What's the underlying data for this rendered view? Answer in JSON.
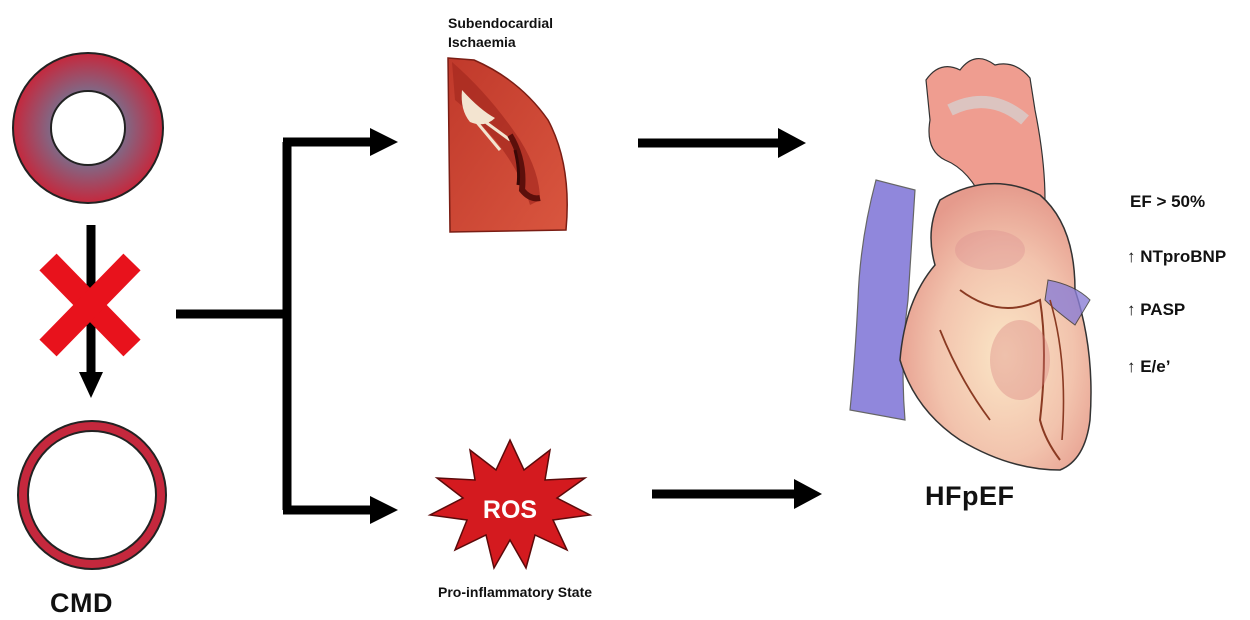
{
  "diagram": {
    "top_outcome_label": "Subendocardial Ischaemia",
    "bottom_outcome_label": "Pro-inflammatory State",
    "ros_text": "ROS",
    "cause_label": "CMD",
    "result_label": "HFpEF",
    "markers": {
      "ef": "EF > 50%",
      "ntprobnp": "↑ NTproBNP",
      "pasp": "↑ PASP",
      "ee": "↑ E/e’"
    }
  },
  "colors": {
    "vessel_outer": "#c5283d",
    "vessel_center": "#7b6e8c",
    "cross": "#e8121c",
    "ros_burst": "#d41a1f",
    "arrow": "#000000"
  }
}
